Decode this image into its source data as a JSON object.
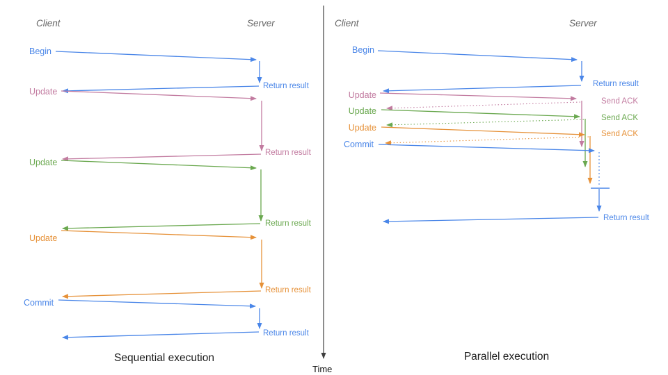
{
  "colors": {
    "blue": "#4a86e8",
    "pink": "#c27ba0",
    "green": "#6aa84f",
    "orange": "#e69138",
    "gray": "#666666",
    "axis": "#3f3f3f",
    "caption": "#1c1c1c"
  },
  "time_axis": {
    "label": "Time"
  },
  "sequential": {
    "client_header": "Client",
    "server_header": "Server",
    "caption": "Sequential execution",
    "steps": [
      {
        "request": "Begin",
        "response": "Return result",
        "color": "blue"
      },
      {
        "request": "Update",
        "response": "Return result",
        "color": "pink"
      },
      {
        "request": "Update",
        "response": "Return result",
        "color": "green"
      },
      {
        "request": "Update",
        "response": "Return result",
        "color": "orange"
      },
      {
        "request": "Commit",
        "response": "Return result",
        "color": "blue"
      }
    ]
  },
  "parallel": {
    "client_header": "Client",
    "server_header": "Server",
    "caption": "Parallel execution",
    "steps": [
      {
        "request": "Begin",
        "response": "Return result",
        "color": "blue"
      },
      {
        "request": "Update",
        "response": "Send ACK",
        "color": "pink"
      },
      {
        "request": "Update",
        "response": "Send ACK",
        "color": "green"
      },
      {
        "request": "Update",
        "response": "Send ACK",
        "color": "orange"
      },
      {
        "request": "Commit",
        "response": "Return result",
        "color": "blue"
      }
    ]
  }
}
